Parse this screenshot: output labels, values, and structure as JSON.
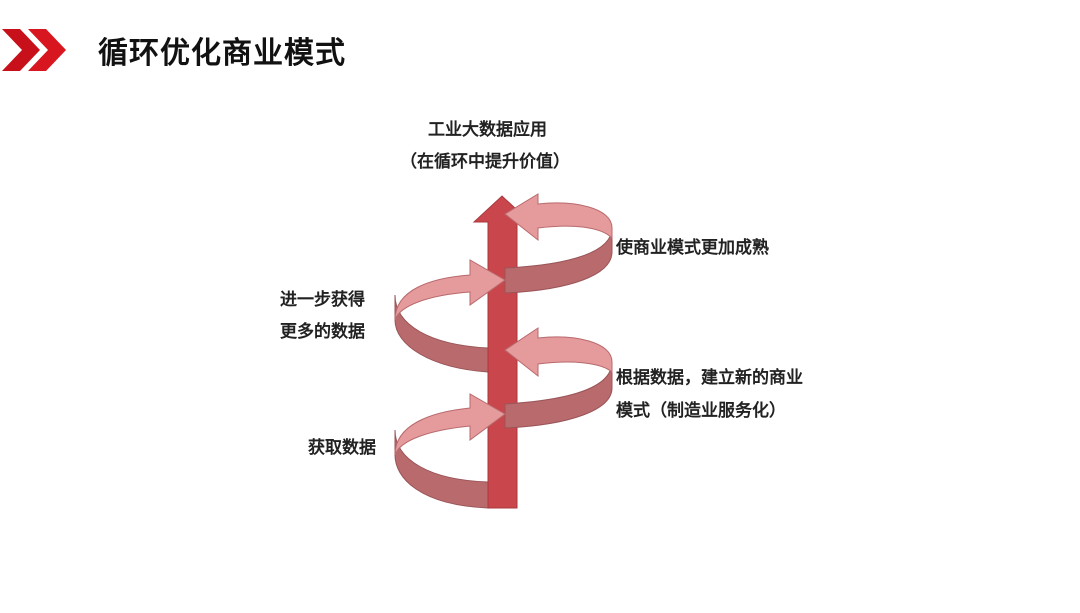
{
  "header": {
    "title": "循环优化商业模式",
    "icon": "double-chevron-right-icon",
    "accent_color": "#d0121b"
  },
  "diagram": {
    "top_label_line1": "工业大数据应用",
    "top_label_line2": "（在循环中提升价值）",
    "left_upper_line1": "进一步获得",
    "left_upper_line2": "更多的数据",
    "left_lower": "获取数据",
    "right_upper": "使商业模式更加成熟",
    "right_lower_line1": "根据数据，建立新的商业",
    "right_lower_line2": "模式（制造业服务化）",
    "colors": {
      "main_arrow": "#c9474c",
      "ribbon_front": "#e59a9c",
      "ribbon_back": "#b86a6d"
    }
  }
}
